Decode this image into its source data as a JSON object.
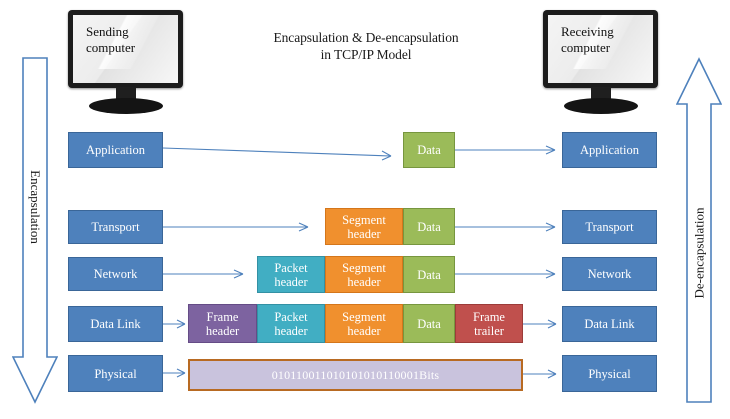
{
  "title": {
    "line1": "Encapsulation & De-encapsulation",
    "line2": "in TCP/IP Model"
  },
  "computers": {
    "sending": "Sending\ncomputer",
    "receiving": "Receiving\ncomputer"
  },
  "side_arrows": {
    "left": {
      "label": "Encapsulation",
      "direction": "down",
      "color": "#4E81BC"
    },
    "right": {
      "label": "De-encapsulation",
      "direction": "up",
      "color": "#4E81BC"
    }
  },
  "layers": {
    "application": "Application",
    "transport": "Transport",
    "network": "Network",
    "datalink": "Data Link",
    "physical": "Physical"
  },
  "pdu_blocks": {
    "data": "Data",
    "segment_header": "Segment\nheader",
    "packet_header": "Packet\nheader",
    "frame_header": "Frame\nheader",
    "frame_trailer": "Frame\ntrailer",
    "bits": "010110011010101010110001Bits"
  },
  "colors": {
    "layer_blue": "#4E81BC",
    "data_green": "#9BBB59",
    "segment_orange": "#F0902E",
    "packet_teal": "#41AEC3",
    "frame_header_purple": "#7D63A0",
    "frame_trailer_red": "#C0504D",
    "bits_lavender": "#C9C3DD",
    "bits_border_brown": "#B86A22",
    "arrow_blue": "#4E81BC"
  }
}
